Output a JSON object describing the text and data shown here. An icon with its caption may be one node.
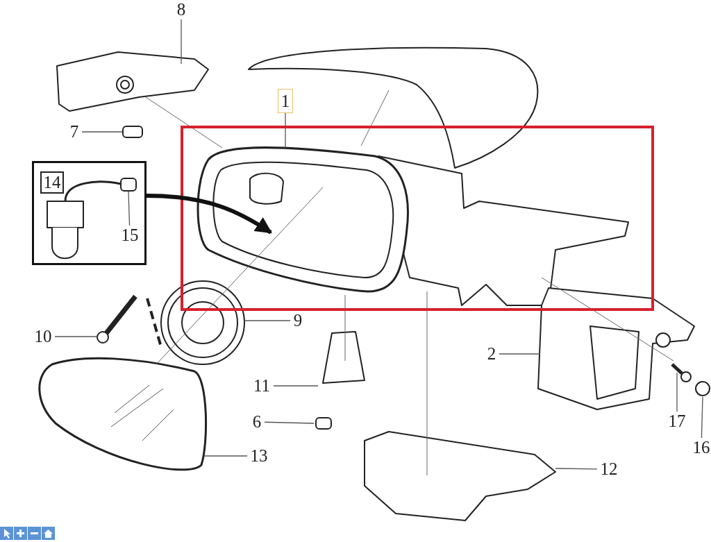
{
  "diagram": {
    "nodes": [
      {
        "text": [
          "8"
        ]
      },
      {
        "text": [
          "1"
        ]
      },
      {
        "text": [
          "7"
        ]
      },
      {
        "text": [],
        "shape": "box"
      },
      {
        "text": [
          "14"
        ],
        "in": 3
      },
      {
        "text": [
          "15"
        ],
        "in": 3
      },
      {
        "text": [
          "9"
        ]
      },
      {
        "text": [
          "10"
        ]
      },
      {
        "text": [
          "2"
        ]
      },
      {
        "text": [
          "11"
        ]
      },
      {
        "text": [
          "17"
        ]
      },
      {
        "text": [
          "6"
        ]
      },
      {
        "text": [
          "16"
        ]
      },
      {
        "text": [
          "13"
        ]
      },
      {
        "text": [
          "12"
        ]
      }
    ],
    "edges": [
      {
        "from": 0,
        "to": null,
        "arrow": "none"
      },
      {
        "from": 1,
        "to": null,
        "arrow": "none"
      },
      {
        "from": 2,
        "to": null,
        "arrow": "none"
      },
      {
        "from": 3,
        "to": null,
        "arrow": "to",
        "style": "thick"
      },
      {
        "from": 5,
        "to": null,
        "arrow": "none"
      },
      {
        "from": 6,
        "to": null,
        "arrow": "none"
      },
      {
        "from": 7,
        "to": null,
        "arrow": "none"
      },
      {
        "from": 8,
        "to": null,
        "arrow": "none"
      },
      {
        "from": 9,
        "to": null,
        "arrow": "none"
      },
      {
        "from": 10,
        "to": null,
        "arrow": "none"
      },
      {
        "from": 11,
        "to": null,
        "arrow": "none"
      },
      {
        "from": 12,
        "to": null,
        "arrow": "none"
      },
      {
        "from": 13,
        "to": null,
        "arrow": "none"
      },
      {
        "from": 14,
        "to": null,
        "arrow": "none"
      }
    ]
  }
}
